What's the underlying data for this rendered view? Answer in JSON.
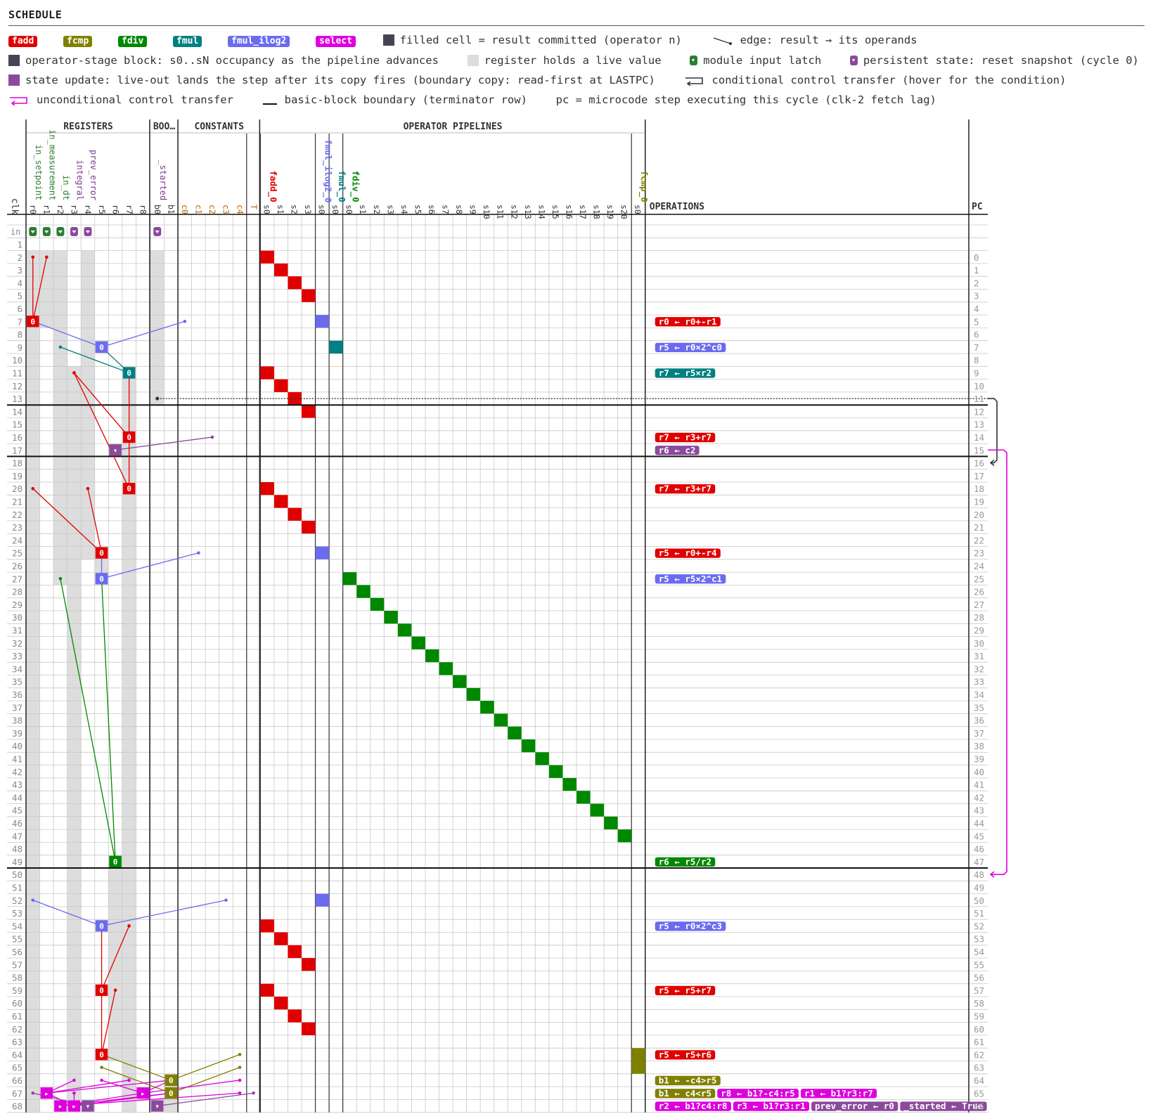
{
  "title": "SCHEDULE",
  "legend": {
    "ops": [
      {
        "label": "fadd",
        "color": "#e00000"
      },
      {
        "label": "fcmp",
        "color": "#808000"
      },
      {
        "label": "fdiv",
        "color": "#008800"
      },
      {
        "label": "fmul",
        "color": "#008080"
      },
      {
        "label": "fmul_ilog2",
        "color": "#6b6bf0"
      },
      {
        "label": "select",
        "color": "#dd00dd"
      }
    ],
    "filled": "filled cell = result committed (operator n)",
    "edge": "edge: result → its operands",
    "stage_block": "operator-stage block: s0..sN occupancy as the pipeline advances",
    "live": "register holds a live value",
    "input_latch": "module input latch",
    "persistent": "persistent state: reset snapshot (cycle 0)",
    "state_update": "state update: live-out lands the step after its copy fires (boundary copy: read-first at LASTPC)",
    "cond": "conditional control transfer (hover for the condition)",
    "uncond": "unconditional control transfer",
    "bb": "basic-block boundary (terminator row)",
    "pc_note": "pc = microcode step executing this cycle (clk-2 fetch lag)"
  },
  "headers": {
    "registers": "REGISTERS",
    "boo": "BOO…",
    "constants": "CONSTANTS",
    "pipelines": "OPERATOR PIPELINES",
    "operations": "OPERATIONS",
    "pc": "PC",
    "clk": "clk",
    "in_row": "in"
  },
  "columns": {
    "registers": [
      {
        "id": "r0",
        "name": "in_setpoint",
        "color": "#2e7d32",
        "marker": "input"
      },
      {
        "id": "r1",
        "name": "in_measurement",
        "color": "#2e7d32",
        "marker": "input"
      },
      {
        "id": "r2",
        "name": "in_dt",
        "color": "#2e7d32",
        "marker": "input"
      },
      {
        "id": "r3",
        "name": "integral",
        "color": "#7b3a8f",
        "marker": "state"
      },
      {
        "id": "r4",
        "name": "prev_error",
        "color": "#7b3a8f",
        "marker": "state"
      },
      {
        "id": "r5",
        "name": "",
        "color": "#333"
      },
      {
        "id": "r6",
        "name": "",
        "color": "#333"
      },
      {
        "id": "r7",
        "name": "",
        "color": "#333"
      },
      {
        "id": "r8",
        "name": "",
        "color": "#333"
      }
    ],
    "booleans": [
      {
        "id": "b0",
        "name": "_started",
        "color": "#7b3a8f",
        "marker": "state"
      },
      {
        "id": "b1",
        "name": "",
        "color": "#333"
      }
    ],
    "constants": [
      {
        "id": "c0",
        "color": "#b85c00"
      },
      {
        "id": "c1",
        "color": "#b85c00"
      },
      {
        "id": "c2",
        "color": "#b85c00"
      },
      {
        "id": "c3",
        "color": "#b85c00"
      },
      {
        "id": "c4",
        "color": "#b85c00"
      },
      {
        "id": "T",
        "color": "#b85c00"
      }
    ],
    "pipelines": [
      {
        "name": "fadd_0",
        "color": "#e00000",
        "stages": 4
      },
      {
        "name": "fmul_ilog2_0",
        "color": "#6b6bf0",
        "stages": 1
      },
      {
        "name": "fmul_0",
        "color": "#008080",
        "stages": 1
      },
      {
        "name": "fdiv_0",
        "color": "#008800",
        "stages": 21
      },
      {
        "name": "fcmp_0",
        "color": "#808000",
        "stages": 1
      }
    ]
  },
  "clk_rows": [
    1,
    2,
    3,
    4,
    5,
    6,
    7,
    8,
    9,
    10,
    11,
    12,
    13,
    14,
    15,
    16,
    17,
    18,
    19,
    20,
    21,
    22,
    23,
    24,
    25,
    26,
    27,
    28,
    29,
    30,
    31,
    32,
    33,
    34,
    35,
    36,
    37,
    38,
    39,
    40,
    41,
    42,
    43,
    44,
    45,
    46,
    47,
    48,
    49,
    50,
    51,
    52,
    53,
    54,
    55,
    56,
    57,
    58,
    59,
    60,
    61,
    62,
    63,
    64,
    65,
    66,
    67,
    68
  ],
  "block_boundaries": [
    13,
    17,
    49
  ],
  "dotted_row": 13,
  "live_ranges": [
    {
      "reg": "r0",
      "from": 2,
      "to": 68
    },
    {
      "reg": "r1",
      "from": 2,
      "to": 7
    },
    {
      "reg": "r2",
      "from": 2,
      "to": 27
    },
    {
      "reg": "r3",
      "from": 11,
      "to": 67
    },
    {
      "reg": "r4",
      "from": 2,
      "to": 25
    },
    {
      "reg": "r5",
      "from": 9,
      "to": 9
    },
    {
      "reg": "r5",
      "from": 25,
      "to": 27
    },
    {
      "reg": "r6",
      "from": 17,
      "to": 17
    },
    {
      "reg": "r6",
      "from": 49,
      "to": 64
    },
    {
      "reg": "r7",
      "from": 11,
      "to": 68
    },
    {
      "reg": "b0",
      "from": 2,
      "to": 13
    },
    {
      "reg": "b1",
      "from": 66,
      "to": 68
    }
  ],
  "pipeline_blocks": [
    {
      "pipe": "fadd_0",
      "start": 2
    },
    {
      "pipe": "fadd_0",
      "start": 11
    },
    {
      "pipe": "fadd_0",
      "start": 20
    },
    {
      "pipe": "fadd_0",
      "start": 54
    },
    {
      "pipe": "fadd_0",
      "start": 59
    },
    {
      "pipe": "fmul_ilog2_0",
      "start": 7
    },
    {
      "pipe": "fmul_ilog2_0",
      "start": 25
    },
    {
      "pipe": "fmul_ilog2_0",
      "start": 52
    },
    {
      "pipe": "fmul_0",
      "start": 9
    },
    {
      "pipe": "fdiv_0",
      "start": 27
    },
    {
      "pipe": "fcmp_0",
      "start": 64,
      "span": 2
    }
  ],
  "commits": [
    {
      "row": 7,
      "col": "r0",
      "op": "fadd",
      "label": "0"
    },
    {
      "row": 9,
      "col": "r5",
      "op": "fmul_ilog2",
      "label": "0"
    },
    {
      "row": 11,
      "col": "r7",
      "op": "fmul",
      "label": "0"
    },
    {
      "row": 16,
      "col": "r7",
      "op": "fadd",
      "label": "0"
    },
    {
      "row": 17,
      "col": "r6",
      "op": "state",
      "label": "▾"
    },
    {
      "row": 20,
      "col": "r7",
      "op": "fadd",
      "label": "0"
    },
    {
      "row": 25,
      "col": "r5",
      "op": "fadd",
      "label": "0"
    },
    {
      "row": 27,
      "col": "r5",
      "op": "fmul_ilog2",
      "label": "0"
    },
    {
      "row": 49,
      "col": "r6",
      "op": "fdiv",
      "label": "0"
    },
    {
      "row": 54,
      "col": "r5",
      "op": "fmul_ilog2",
      "label": "0"
    },
    {
      "row": 59,
      "col": "r5",
      "op": "fadd",
      "label": "0"
    },
    {
      "row": 64,
      "col": "r5",
      "op": "fadd",
      "label": "0"
    },
    {
      "row": 66,
      "col": "b1",
      "op": "fcmp",
      "label": "0"
    },
    {
      "row": 67,
      "col": "b1",
      "op": "fcmp",
      "label": "0"
    },
    {
      "row": 67,
      "col": "r1",
      "op": "select",
      "label": "▸"
    },
    {
      "row": 67,
      "col": "r8",
      "op": "select",
      "label": "▸"
    },
    {
      "row": 68,
      "col": "r2",
      "op": "select",
      "label": "▸"
    },
    {
      "row": 68,
      "col": "r3",
      "op": "select",
      "label": "▸"
    },
    {
      "row": 68,
      "col": "r4",
      "op": "state",
      "label": "▾"
    },
    {
      "row": 68,
      "col": "b0",
      "op": "state",
      "label": "▾"
    }
  ],
  "edges": [
    {
      "from": [
        7,
        "r0"
      ],
      "to": [
        2,
        "r0"
      ],
      "op": "fadd"
    },
    {
      "from": [
        7,
        "r0"
      ],
      "to": [
        2,
        "r1"
      ],
      "op": "fadd"
    },
    {
      "from": [
        9,
        "r5"
      ],
      "to": [
        7,
        "r0"
      ],
      "op": "fmul_ilog2"
    },
    {
      "from": [
        9,
        "r5"
      ],
      "to": [
        7,
        "c0"
      ],
      "op": "fmul_ilog2"
    },
    {
      "from": [
        11,
        "r7"
      ],
      "to": [
        9,
        "r5"
      ],
      "op": "fmul"
    },
    {
      "from": [
        11,
        "r7"
      ],
      "to": [
        9,
        "r2"
      ],
      "op": "fmul"
    },
    {
      "from": [
        16,
        "r7"
      ],
      "to": [
        11,
        "r3"
      ],
      "op": "fadd"
    },
    {
      "from": [
        16,
        "r7"
      ],
      "to": [
        11,
        "r7"
      ],
      "op": "fadd"
    },
    {
      "from": [
        17,
        "r6"
      ],
      "to": [
        16,
        "c2"
      ],
      "op": "state"
    },
    {
      "from": [
        20,
        "r7"
      ],
      "to": [
        11,
        "r3"
      ],
      "op": "fadd"
    },
    {
      "from": [
        20,
        "r7"
      ],
      "to": [
        16,
        "r7"
      ],
      "op": "fadd"
    },
    {
      "from": [
        25,
        "r5"
      ],
      "to": [
        20,
        "r0"
      ],
      "op": "fadd"
    },
    {
      "from": [
        25,
        "r5"
      ],
      "to": [
        20,
        "r4"
      ],
      "op": "fadd"
    },
    {
      "from": [
        27,
        "r5"
      ],
      "to": [
        25,
        "r5"
      ],
      "op": "fmul_ilog2"
    },
    {
      "from": [
        27,
        "r5"
      ],
      "to": [
        25,
        "c1"
      ],
      "op": "fmul_ilog2"
    },
    {
      "from": [
        49,
        "r6"
      ],
      "to": [
        27,
        "r5"
      ],
      "op": "fdiv"
    },
    {
      "from": [
        49,
        "r6"
      ],
      "to": [
        27,
        "r2"
      ],
      "op": "fdiv"
    },
    {
      "from": [
        54,
        "r5"
      ],
      "to": [
        52,
        "r0"
      ],
      "op": "fmul_ilog2"
    },
    {
      "from": [
        54,
        "r5"
      ],
      "to": [
        52,
        "c3"
      ],
      "op": "fmul_ilog2"
    },
    {
      "from": [
        59,
        "r5"
      ],
      "to": [
        54,
        "r5"
      ],
      "op": "fadd"
    },
    {
      "from": [
        59,
        "r5"
      ],
      "to": [
        54,
        "r7"
      ],
      "op": "fadd"
    },
    {
      "from": [
        64,
        "r5"
      ],
      "to": [
        59,
        "r5"
      ],
      "op": "fadd"
    },
    {
      "from": [
        64,
        "r5"
      ],
      "to": [
        59,
        "r6"
      ],
      "op": "fadd"
    },
    {
      "from": [
        66,
        "b1"
      ],
      "to": [
        64,
        "c4"
      ],
      "op": "fcmp"
    },
    {
      "from": [
        66,
        "b1"
      ],
      "to": [
        64,
        "r5"
      ],
      "op": "fcmp"
    },
    {
      "from": [
        67,
        "b1"
      ],
      "to": [
        65,
        "c4"
      ],
      "op": "fcmp"
    },
    {
      "from": [
        67,
        "b1"
      ],
      "to": [
        65,
        "r5"
      ],
      "op": "fcmp"
    },
    {
      "from": [
        67,
        "r8"
      ],
      "to": [
        66,
        "b1"
      ],
      "op": "select"
    },
    {
      "from": [
        67,
        "r8"
      ],
      "to": [
        66,
        "c4"
      ],
      "op": "select"
    },
    {
      "from": [
        67,
        "r8"
      ],
      "to": [
        66,
        "r5"
      ],
      "op": "select"
    },
    {
      "from": [
        67,
        "r1"
      ],
      "to": [
        66,
        "b1"
      ],
      "op": "select"
    },
    {
      "from": [
        67,
        "r1"
      ],
      "to": [
        66,
        "r3"
      ],
      "op": "select"
    },
    {
      "from": [
        67,
        "r1"
      ],
      "to": [
        66,
        "r7"
      ],
      "op": "select"
    },
    {
      "from": [
        68,
        "r2"
      ],
      "to": [
        67,
        "b1"
      ],
      "op": "select"
    },
    {
      "from": [
        68,
        "r2"
      ],
      "to": [
        67,
        "c4"
      ],
      "op": "select"
    },
    {
      "from": [
        68,
        "r2"
      ],
      "to": [
        67,
        "r8"
      ],
      "op": "select"
    },
    {
      "from": [
        68,
        "r3"
      ],
      "to": [
        67,
        "b1"
      ],
      "op": "select"
    },
    {
      "from": [
        68,
        "r3"
      ],
      "to": [
        67,
        "r3"
      ],
      "op": "select"
    },
    {
      "from": [
        68,
        "r3"
      ],
      "to": [
        67,
        "r1"
      ],
      "op": "select"
    },
    {
      "from": [
        68,
        "r4"
      ],
      "to": [
        67,
        "r0"
      ],
      "op": "state"
    },
    {
      "from": [
        68,
        "b0"
      ],
      "to": [
        67,
        "T"
      ],
      "op": "state"
    }
  ],
  "operations": [
    {
      "row": 7,
      "items": [
        {
          "text": "r0 ← r0+-r1",
          "op": "fadd"
        }
      ]
    },
    {
      "row": 9,
      "items": [
        {
          "text": "r5 ← r0×2^c0",
          "op": "fmul_ilog2"
        }
      ]
    },
    {
      "row": 11,
      "items": [
        {
          "text": "r7 ← r5×r2",
          "op": "fmul"
        }
      ]
    },
    {
      "row": 16,
      "items": [
        {
          "text": "r7 ← r3+r7",
          "op": "fadd"
        }
      ]
    },
    {
      "row": 17,
      "items": [
        {
          "text": "r6 ← c2",
          "op": "state"
        }
      ]
    },
    {
      "row": 20,
      "items": [
        {
          "text": "r7 ← r3+r7",
          "op": "fadd"
        }
      ]
    },
    {
      "row": 25,
      "items": [
        {
          "text": "r5 ← r0+-r4",
          "op": "fadd"
        }
      ]
    },
    {
      "row": 27,
      "items": [
        {
          "text": "r5 ← r5×2^c1",
          "op": "fmul_ilog2"
        }
      ]
    },
    {
      "row": 49,
      "items": [
        {
          "text": "r6 ← r5/r2",
          "op": "fdiv"
        }
      ]
    },
    {
      "row": 54,
      "items": [
        {
          "text": "r5 ← r0×2^c3",
          "op": "fmul_ilog2"
        }
      ]
    },
    {
      "row": 59,
      "items": [
        {
          "text": "r5 ← r5+r7",
          "op": "fadd"
        }
      ]
    },
    {
      "row": 64,
      "items": [
        {
          "text": "r5 ← r5+r6",
          "op": "fadd"
        }
      ]
    },
    {
      "row": 66,
      "items": [
        {
          "text": "b1 ← -c4>r5",
          "op": "fcmp"
        }
      ]
    },
    {
      "row": 67,
      "items": [
        {
          "text": "b1 ← c4<r5",
          "op": "fcmp"
        },
        {
          "text": "r8 ← b1?-c4:r5",
          "op": "select"
        },
        {
          "text": "r1 ← b1?r3:r7",
          "op": "select"
        }
      ]
    },
    {
      "row": 68,
      "items": [
        {
          "text": "r2 ← b1?c4:r8",
          "op": "select"
        },
        {
          "text": "r3 ← b1?r3:r1",
          "op": "select"
        },
        {
          "text": "prev_error ← r0",
          "op": "state"
        },
        {
          "text": "_started ← True",
          "op": "state"
        }
      ]
    }
  ],
  "pc": [
    {
      "row": 2,
      "pc": "0"
    },
    {
      "row": 3,
      "pc": "1"
    },
    {
      "row": 4,
      "pc": "2"
    },
    {
      "row": 5,
      "pc": "3"
    },
    {
      "row": 6,
      "pc": "4"
    },
    {
      "row": 7,
      "pc": "5"
    },
    {
      "row": 8,
      "pc": "6"
    },
    {
      "row": 9,
      "pc": "7"
    },
    {
      "row": 10,
      "pc": "8"
    },
    {
      "row": 11,
      "pc": "9"
    },
    {
      "row": 12,
      "pc": "10"
    },
    {
      "row": 13,
      "pc": "11"
    },
    {
      "row": 14,
      "pc": "12"
    },
    {
      "row": 15,
      "pc": "13"
    },
    {
      "row": 16,
      "pc": "14"
    },
    {
      "row": 17,
      "pc": "15"
    },
    {
      "row": 18,
      "pc": "16"
    },
    {
      "row": 19,
      "pc": "17"
    },
    {
      "row": 20,
      "pc": "18"
    },
    {
      "row": 21,
      "pc": "19"
    },
    {
      "row": 22,
      "pc": "20"
    },
    {
      "row": 23,
      "pc": "21"
    },
    {
      "row": 24,
      "pc": "22"
    },
    {
      "row": 25,
      "pc": "23"
    },
    {
      "row": 26,
      "pc": "24"
    },
    {
      "row": 27,
      "pc": "25"
    },
    {
      "row": 28,
      "pc": "26"
    },
    {
      "row": 29,
      "pc": "27"
    },
    {
      "row": 30,
      "pc": "28"
    },
    {
      "row": 31,
      "pc": "29"
    },
    {
      "row": 32,
      "pc": "30"
    },
    {
      "row": 33,
      "pc": "31"
    },
    {
      "row": 34,
      "pc": "32"
    },
    {
      "row": 35,
      "pc": "33"
    },
    {
      "row": 36,
      "pc": "34"
    },
    {
      "row": 37,
      "pc": "35"
    },
    {
      "row": 38,
      "pc": "36"
    },
    {
      "row": 39,
      "pc": "37"
    },
    {
      "row": 40,
      "pc": "38"
    },
    {
      "row": 41,
      "pc": "39"
    },
    {
      "row": 42,
      "pc": "40"
    },
    {
      "row": 43,
      "pc": "41"
    },
    {
      "row": 44,
      "pc": "42"
    },
    {
      "row": 45,
      "pc": "43"
    },
    {
      "row": 46,
      "pc": "44"
    },
    {
      "row": 47,
      "pc": "45"
    },
    {
      "row": 48,
      "pc": "46"
    },
    {
      "row": 49,
      "pc": "47"
    },
    {
      "row": 50,
      "pc": "48"
    },
    {
      "row": 51,
      "pc": "49"
    },
    {
      "row": 52,
      "pc": "50"
    },
    {
      "row": 53,
      "pc": "51"
    },
    {
      "row": 54,
      "pc": "52"
    },
    {
      "row": 55,
      "pc": "53"
    },
    {
      "row": 56,
      "pc": "54"
    },
    {
      "row": 57,
      "pc": "55"
    },
    {
      "row": 58,
      "pc": "56"
    },
    {
      "row": 59,
      "pc": "57"
    },
    {
      "row": 60,
      "pc": "58"
    },
    {
      "row": 61,
      "pc": "59"
    },
    {
      "row": 62,
      "pc": "60"
    },
    {
      "row": 63,
      "pc": "61"
    },
    {
      "row": 64,
      "pc": "62"
    },
    {
      "row": 65,
      "pc": "63"
    },
    {
      "row": 66,
      "pc": "64"
    },
    {
      "row": 67,
      "pc": "65"
    },
    {
      "row": 68,
      "pc": "66"
    }
  ],
  "transfers": [
    {
      "kind": "conditional",
      "from_pc": "11",
      "to_pc": "16"
    },
    {
      "kind": "unconditional",
      "from_pc": "15",
      "to_pc": "48"
    }
  ],
  "colors": {
    "fadd": "#e00000",
    "fcmp": "#808000",
    "fdiv": "#008800",
    "fmul": "#008080",
    "fmul_ilog2": "#6b6bf0",
    "select": "#dd00dd",
    "state": "#8b4a9c",
    "input": "#2e7d32",
    "filled": "#444455",
    "live": "#dddddd",
    "grid": "#c8c8c8",
    "boundary": "#111111"
  }
}
